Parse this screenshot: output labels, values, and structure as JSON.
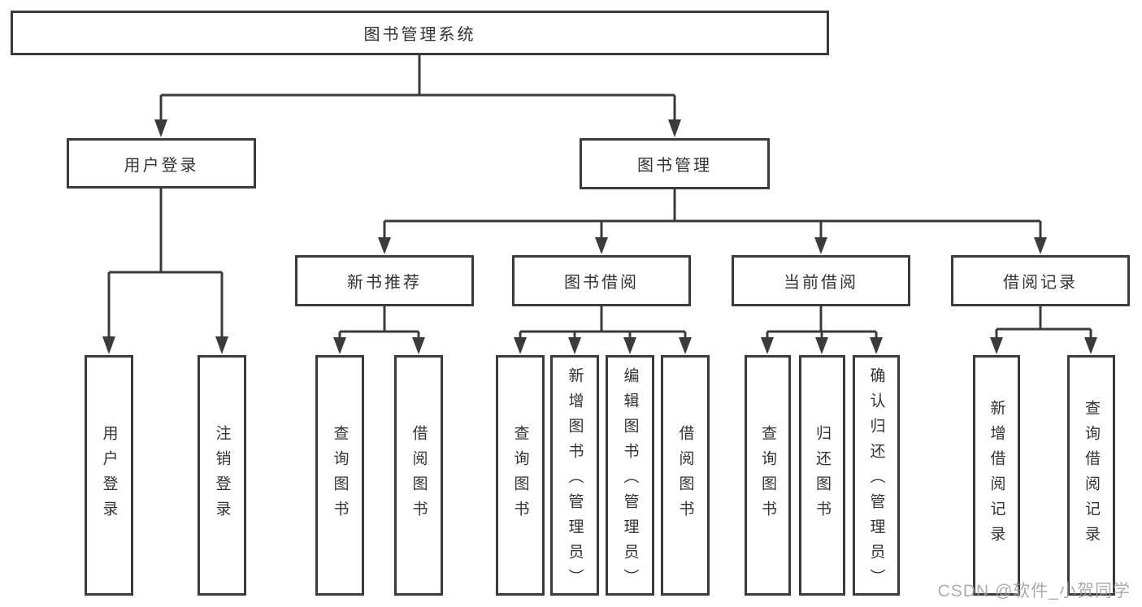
{
  "diagram": {
    "root": {
      "label": "图书管理系统"
    },
    "branches": [
      {
        "label": "用户登录",
        "children": [
          {
            "label": "用户登录"
          },
          {
            "label": "注销登录"
          }
        ]
      },
      {
        "label": "图书管理",
        "children": [
          {
            "label": "新书推荐",
            "children": [
              {
                "label": "查询图书"
              },
              {
                "label": "借阅图书"
              }
            ]
          },
          {
            "label": "图书借阅",
            "children": [
              {
                "label": "查询图书"
              },
              {
                "label": "新增图书（管理员）"
              },
              {
                "label": "编辑图书（管理员）"
              },
              {
                "label": "借阅图书"
              }
            ]
          },
          {
            "label": "当前借阅",
            "children": [
              {
                "label": "查询图书"
              },
              {
                "label": "归还图书"
              },
              {
                "label": "确认归还（管理员）"
              }
            ]
          },
          {
            "label": "借阅记录",
            "children": [
              {
                "label": "新增借阅记录"
              },
              {
                "label": "查询借阅记录"
              }
            ]
          }
        ]
      }
    ]
  },
  "watermark": {
    "text": "CSDN @软件_小贺同学"
  },
  "colors": {
    "line": "#3b3b3b",
    "box_border": "#3b3b3b",
    "text": "#333333",
    "background": "#ffffff",
    "watermark": "#9e9e9e"
  }
}
